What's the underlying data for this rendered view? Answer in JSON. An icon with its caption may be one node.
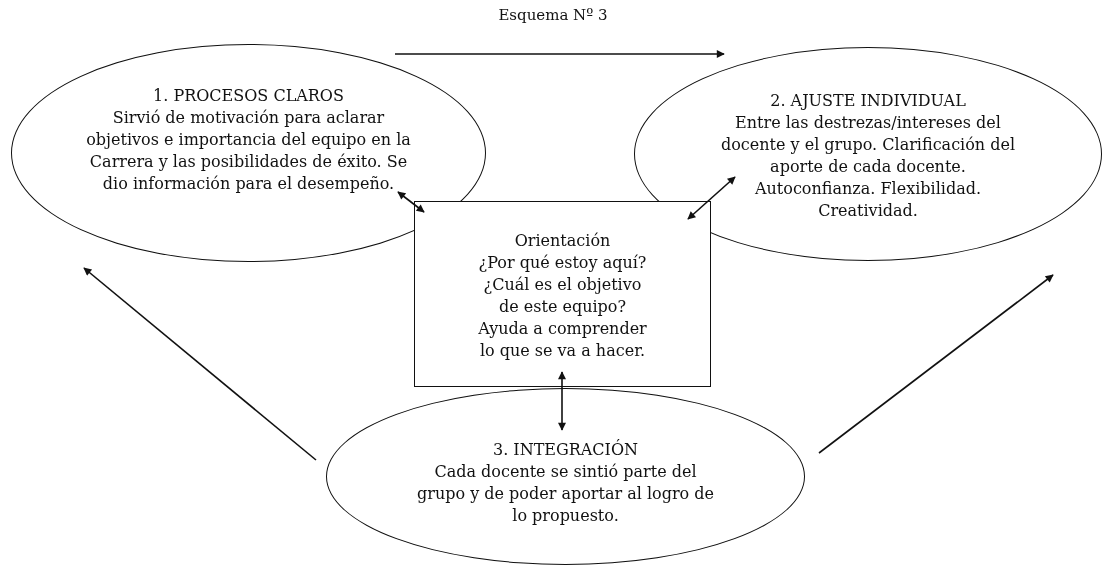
{
  "diagram": {
    "title": "Esquema Nº 3",
    "nodes": [
      {
        "text": [
          "1. PROCESOS CLAROS",
          "Sirvió de motivación para aclarar objetivos e importancia del equipo en la Carrera  y las posibilidades de éxito. Se dio información para el desempeño."
        ]
      },
      {
        "text": [
          "2. AJUSTE INDIVIDUAL",
          "Entre las destrezas/intereses del docente y el grupo. Clarificación del aporte de cada docente. Autoconfianza. Flexibilidad. Creatividad."
        ]
      },
      {
        "text": [
          "Orientación",
          "¿Por qué estoy aquí? ¿Cuál es el objetivo de este equipo? Ayuda a comprender lo que se va a hacer."
        ]
      },
      {
        "text": [
          "3. INTEGRACIÓN",
          "Cada docente se sintió parte del grupo y de poder aportar al logro de lo propuesto."
        ]
      }
    ],
    "edges": [
      {
        "from": 0,
        "to": 1,
        "arrow": "to"
      },
      {
        "from": 2,
        "to": 0,
        "arrow": "both"
      },
      {
        "from": 2,
        "to": 1,
        "arrow": "both"
      },
      {
        "from": 2,
        "to": 3,
        "arrow": "both"
      },
      {
        "from": 3,
        "to": 0,
        "arrow": "to"
      },
      {
        "from": 3,
        "to": 1,
        "arrow": "to"
      }
    ]
  }
}
